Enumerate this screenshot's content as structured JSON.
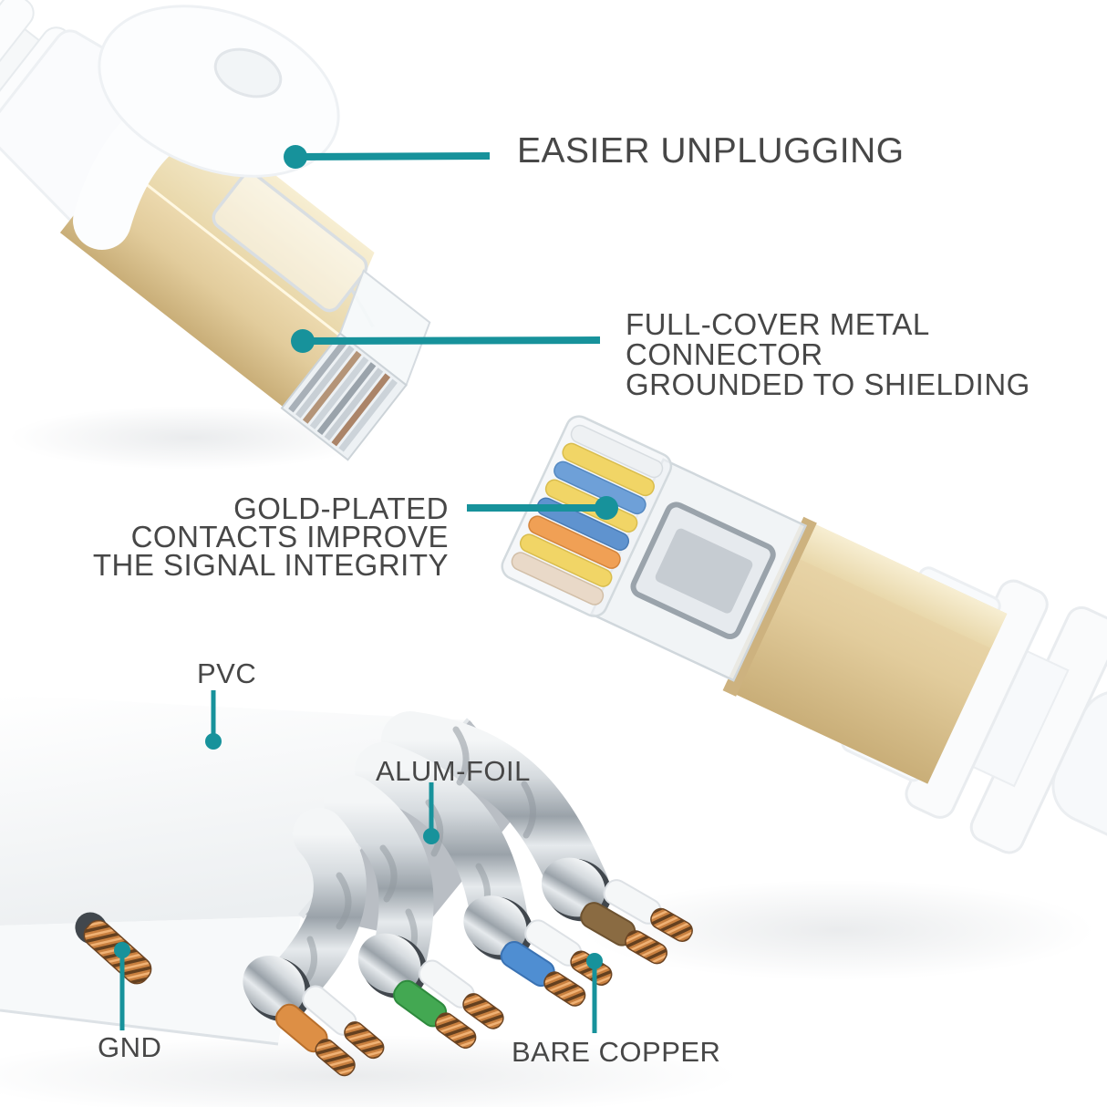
{
  "callouts": {
    "easier_unplugging": {
      "label": "EASIER UNPLUGGING"
    },
    "full_cover_metal": {
      "lines": [
        "FULL-COVER METAL",
        "CONNECTOR",
        "GROUNDED TO SHIELDING"
      ]
    },
    "gold_plated": {
      "lines": [
        "GOLD-PLATED",
        "CONTACTS IMPROVE",
        "THE SIGNAL INTEGRITY"
      ]
    },
    "pvc": {
      "label": "PVC"
    },
    "alum_foil": {
      "label": "ALUM-FOIL"
    },
    "gnd": {
      "label": "GND"
    },
    "bare_copper": {
      "label": "BARE COPPER"
    }
  },
  "colors": {
    "accent_teal": "#17929b",
    "label_text": "#474747",
    "gold_light": "#f3e8c8",
    "gold_mid": "#e2cc9c",
    "gold_dark": "#c9ae78",
    "wire_orange": "#dd8f45",
    "wire_green": "#43a852",
    "wire_blue": "#4f8ed2",
    "wire_brown": "#8a6b42",
    "copper": "#c9803f",
    "foil_silver": "#c7ccd1",
    "jacket_white": "#f8fafb"
  }
}
